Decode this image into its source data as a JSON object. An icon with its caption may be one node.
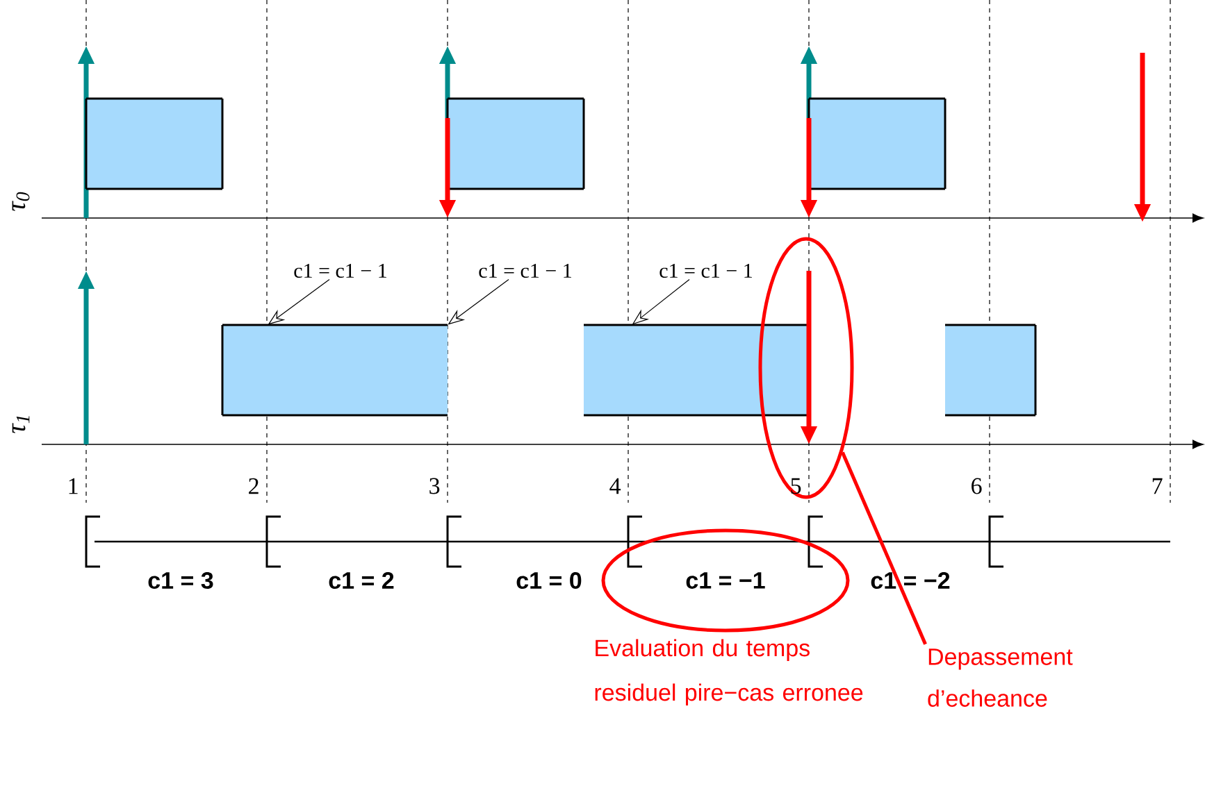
{
  "diagram": {
    "nodes": [
      {
        "text": [],
        "shape": "box"
      },
      {
        "text": [],
        "shape": "box"
      },
      {
        "text": [],
        "shape": "box"
      },
      {
        "text": [
          "c1 = c1 − 1"
        ]
      },
      {
        "text": [
          "c1 = c1 − 1"
        ]
      },
      {
        "text": [
          "c1 = c1 − 1"
        ]
      },
      {
        "text": [],
        "shape": "box"
      },
      {
        "text": [],
        "shape": "box"
      },
      {
        "text": [],
        "shape": "box"
      },
      {
        "text": [],
        "shape": "ellipse"
      },
      {
        "text": [
          "c1 = −1"
        ],
        "beside": [
          "Evaluation du temps residuel pire−cas erronee"
        ]
      },
      {
        "text": [
          "Depassement d’echeance"
        ]
      }
    ],
    "edges": [
      {
        "from": 3,
        "to": 6,
        "arrow": "to"
      },
      {
        "from": 4,
        "to": 6,
        "arrow": "to"
      },
      {
        "from": 5,
        "to": 7,
        "arrow": "to"
      },
      {
        "from": 11,
        "to": 9,
        "arrow": "none",
        "style": "thick",
        "color": "#ff0000"
      }
    ],
    "labels": [
      "τ$_{0}$",
      "τ$_{1}$",
      "1",
      "2",
      "3",
      "4",
      "5",
      "6",
      "7",
      "c1 = 3",
      "c1 = 2",
      "c1 = 0",
      "c1 = −2"
    ]
  }
}
